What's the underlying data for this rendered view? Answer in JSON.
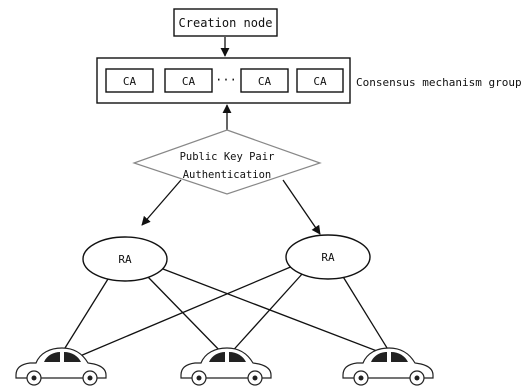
{
  "creation_node": {
    "label": "Creation node"
  },
  "consensus_group": {
    "label": "Consensus mechanism group",
    "nodes": [
      "CA",
      "CA",
      "CA",
      "CA"
    ],
    "ellipsis": "···"
  },
  "authentication": {
    "line1": "Public Key Pair",
    "line2": "Authentication"
  },
  "registration_authorities": [
    "RA",
    "RA"
  ],
  "vehicles": [
    {
      "icon": "car-icon"
    },
    {
      "icon": "car-icon"
    },
    {
      "icon": "car-icon"
    }
  ]
}
